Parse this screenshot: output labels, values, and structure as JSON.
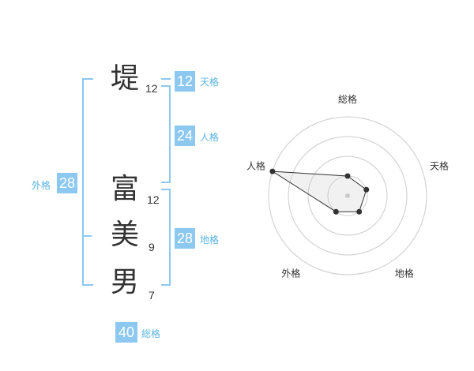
{
  "name": {
    "characters": [
      {
        "char": "堤",
        "strokes": "12"
      },
      {
        "char": "富",
        "strokes": "12"
      },
      {
        "char": "美",
        "strokes": "9"
      },
      {
        "char": "男",
        "strokes": "7"
      }
    ]
  },
  "grades": {
    "tenkaku": {
      "value": "12",
      "label": "天格"
    },
    "jinkaku": {
      "value": "24",
      "label": "人格"
    },
    "chikaku": {
      "value": "28",
      "label": "地格"
    },
    "gaikaku": {
      "value": "28",
      "label": "外格"
    },
    "soukaku": {
      "value": "40",
      "label": "総格"
    }
  },
  "colors": {
    "accent": "#8cc8f0",
    "accent_text": "#5ab4e6",
    "text": "#333333",
    "grid": "#cccccc"
  },
  "chart_data": {
    "type": "radar",
    "axes": [
      "総格",
      "天格",
      "地格",
      "外格",
      "人格"
    ],
    "series": [
      {
        "values": [
          1,
          1,
          1,
          1,
          4
        ]
      }
    ],
    "rmax": 4,
    "grid_rings": 4
  }
}
